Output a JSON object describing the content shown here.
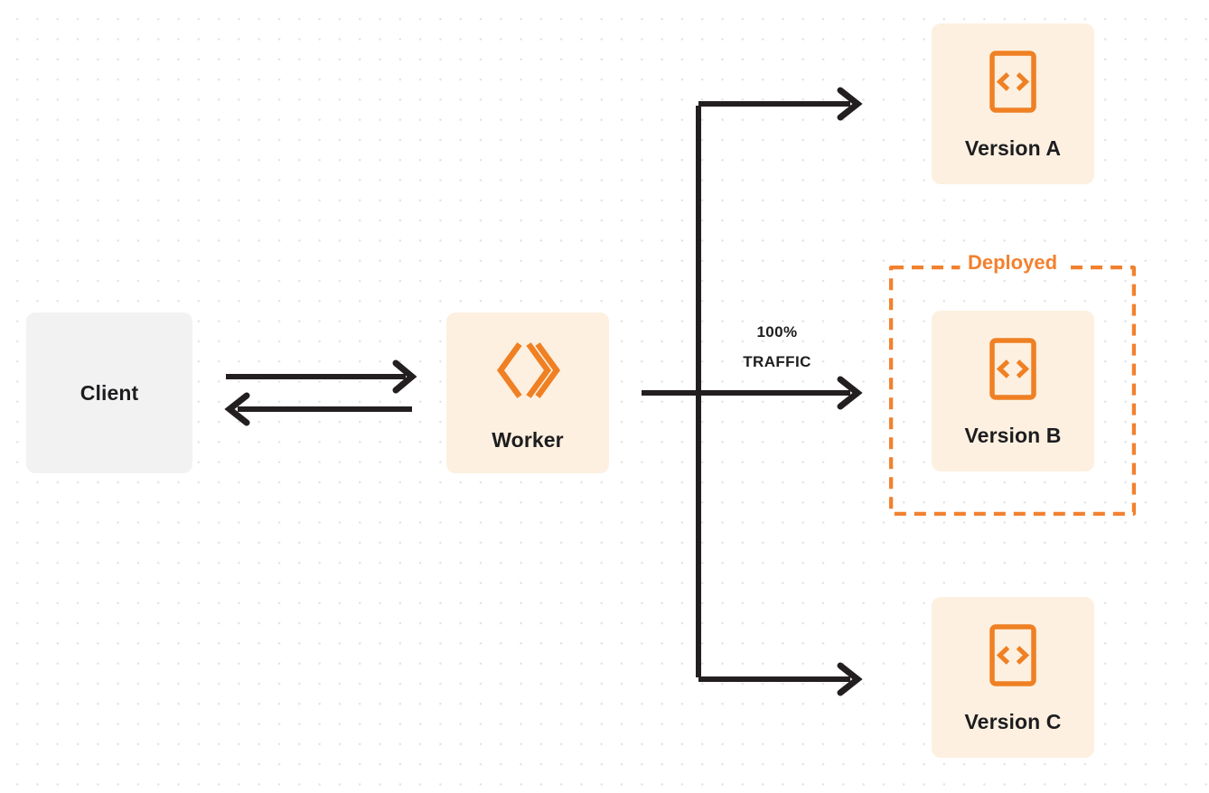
{
  "diagram": {
    "title": "Worker version traffic routing",
    "background": "#ffffff",
    "dot_color": "#e3e3e4",
    "accent_orange": "#f2812f",
    "card_cream": "#fdf0e0",
    "card_gray": "#f2f2f3",
    "text_dark": "#1d1d1f",
    "line_color": "#231f20"
  },
  "client": {
    "label": "Client"
  },
  "worker": {
    "label": "Worker",
    "icon": "cloudflare-workers-logo"
  },
  "traffic": {
    "percent": "100%",
    "word": "TRAFFIC"
  },
  "deployed": {
    "label": "Deployed"
  },
  "versions": [
    {
      "label": "Version A",
      "icon": "code-file-icon",
      "deployed": false
    },
    {
      "label": "Version B",
      "icon": "code-file-icon",
      "deployed": true
    },
    {
      "label": "Version C",
      "icon": "code-file-icon",
      "deployed": false
    }
  ],
  "connectors": {
    "client_to_worker": "request",
    "worker_to_client": "response",
    "worker_to_version_a": "branch-up",
    "worker_to_version_b": "branch-straight",
    "worker_to_version_c": "branch-down"
  }
}
